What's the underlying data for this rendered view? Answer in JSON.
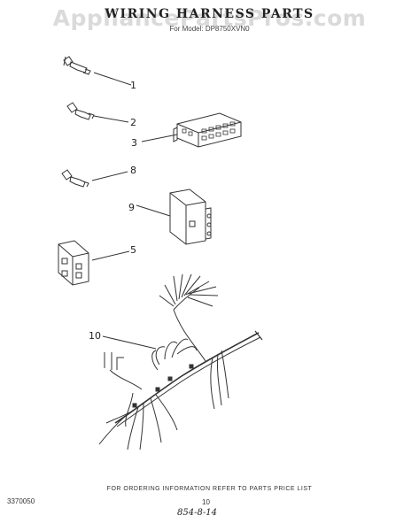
{
  "header": {
    "watermark": "AppliancePartsPros.com",
    "title": "WIRING HARNESS PARTS",
    "subtitle": "For Model: DP8750XVN0"
  },
  "callouts": [
    "1",
    "2",
    "3",
    "8",
    "9",
    "5",
    "10"
  ],
  "footer": {
    "ordering_note": "FOR ORDERING INFORMATION REFER TO PARTS PRICE LIST",
    "page_number": "10",
    "document_number": "3370050",
    "handwritten_note": "854-8-14"
  }
}
